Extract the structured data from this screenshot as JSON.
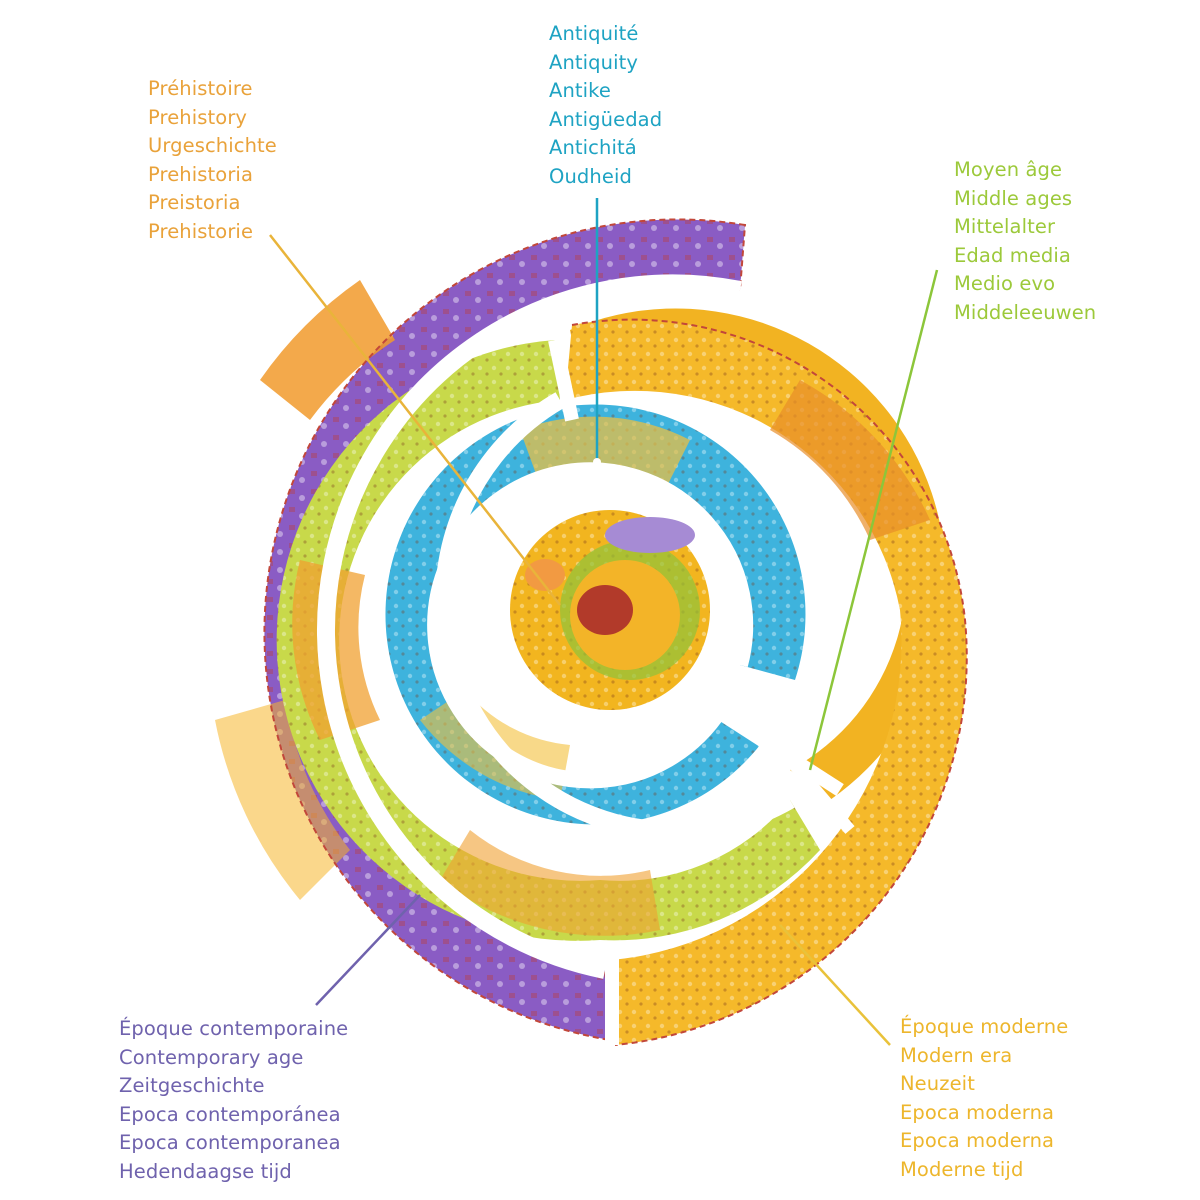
{
  "title": "Historical timeline spiral",
  "colors": {
    "prehistory": "#e9a23a",
    "antiquity": "#1ea3c3",
    "middle_ages": "#9cc93a",
    "modern_era": "#edb62c",
    "contemporary": "#6f62ad"
  },
  "eras": {
    "prehistory": {
      "labels": [
        "Préhistoire",
        "Prehistory",
        "Urgeschichte",
        "Prehistoria",
        "Preistoria",
        "Prehistorie"
      ]
    },
    "antiquity": {
      "labels": [
        "Antiquité",
        "Antiquity",
        "Antike",
        "Antigüedad",
        "Antichitá",
        "Oudheid"
      ]
    },
    "middle_ages": {
      "labels": [
        "Moyen âge",
        "Middle ages",
        "Mittelalter",
        "Edad media",
        "Medio evo",
        "Middeleeuwen"
      ]
    },
    "contemporary": {
      "labels": [
        "Époque contemporaine",
        "Contemporary age",
        "Zeitgeschichte",
        "Epoca contemporánea",
        "Epoca contemporanea",
        "Hedendaagse tijd"
      ]
    },
    "modern_era": {
      "labels": [
        "Époque moderne",
        "Modern era",
        "Neuzeit",
        "Epoca moderna",
        "Epoca moderna",
        "Moderne tijd"
      ]
    }
  }
}
